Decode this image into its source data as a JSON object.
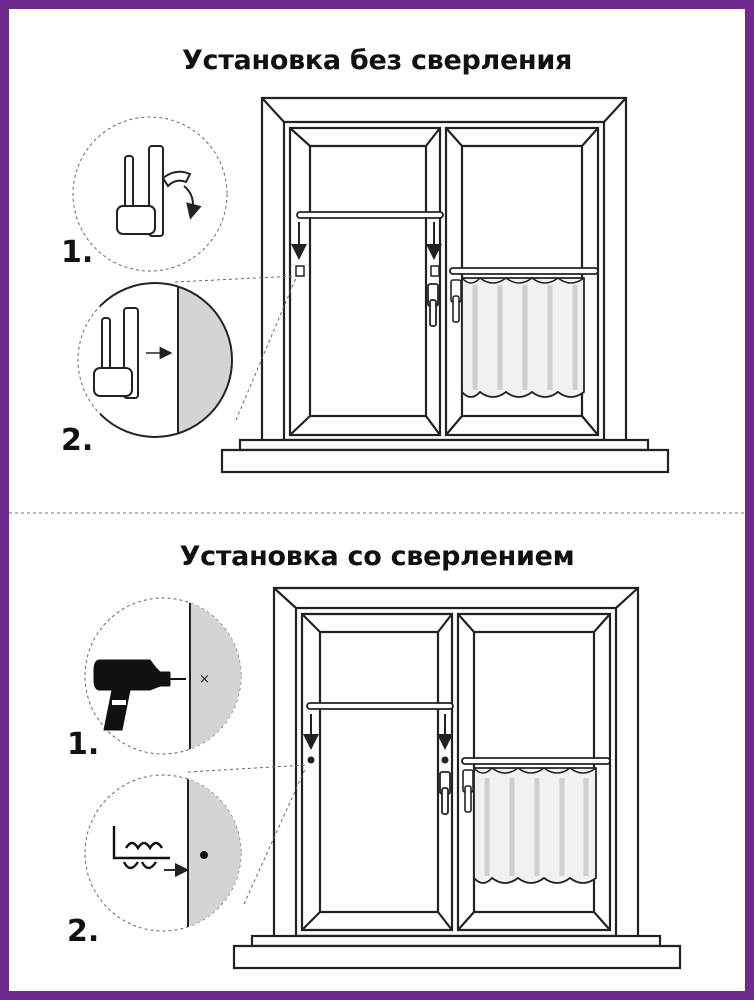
{
  "sections": [
    {
      "title": "Установка без сверления",
      "steps": [
        "1.",
        "2."
      ]
    },
    {
      "title": "Установка со сверлением",
      "steps": [
        "1.",
        "2."
      ]
    }
  ],
  "colors": {
    "frame": "#6f2a8e",
    "line": "#222222",
    "fill_gray": "#d4d4d4",
    "curtain": "#f2f2f2"
  }
}
